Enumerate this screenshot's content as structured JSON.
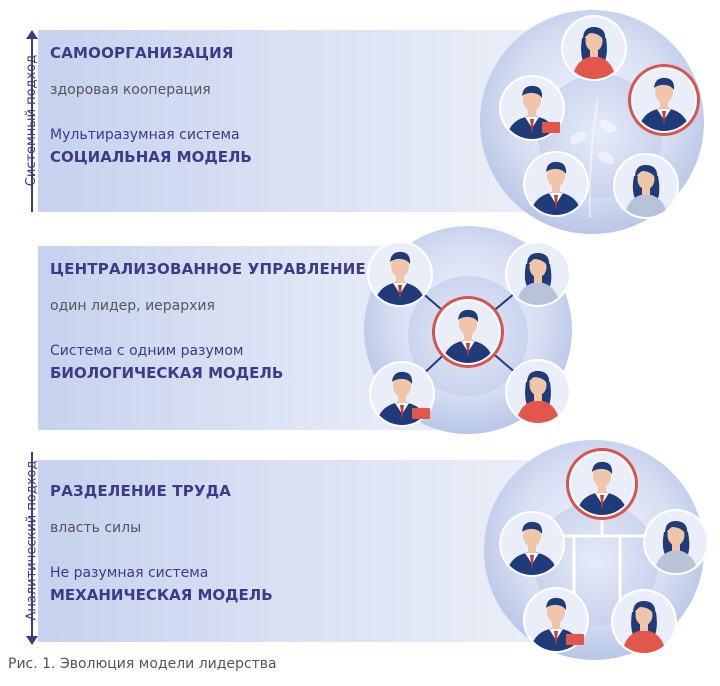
{
  "axis": {
    "top_label": "Системный подход",
    "bottom_label": "Аналитический подход",
    "color": "#3d3a8a"
  },
  "blocks": [
    {
      "title": "САМООРГАНИЗАЦИЯ",
      "subtitle": "здоровая кооперация",
      "system": "Мультиразумная система",
      "model": "СОЦИАЛЬНАЯ МОДЕЛЬ"
    },
    {
      "title": "ЦЕНТРАЛИЗОВАННОЕ УПРАВЛЕНИЕ",
      "subtitle": "один лидер, иерархия",
      "system": "Система с одним разумом",
      "model": "БИОЛОГИЧЕСКАЯ МОДЕЛЬ"
    },
    {
      "title": "РАЗДЕЛЕНИЕ ТРУДА",
      "subtitle": "власть силы",
      "system": "Не разумная система",
      "model": "МЕХАНИЧЕСКАЯ МОДЕЛЬ"
    }
  ],
  "caption": "Рис. 1. Эволюция модели лидерства",
  "colors": {
    "accent": "#3d3a8a",
    "leader_ring": "#d9534f",
    "band_start": "#c6d2ee",
    "band_end": "#eef1f8"
  }
}
